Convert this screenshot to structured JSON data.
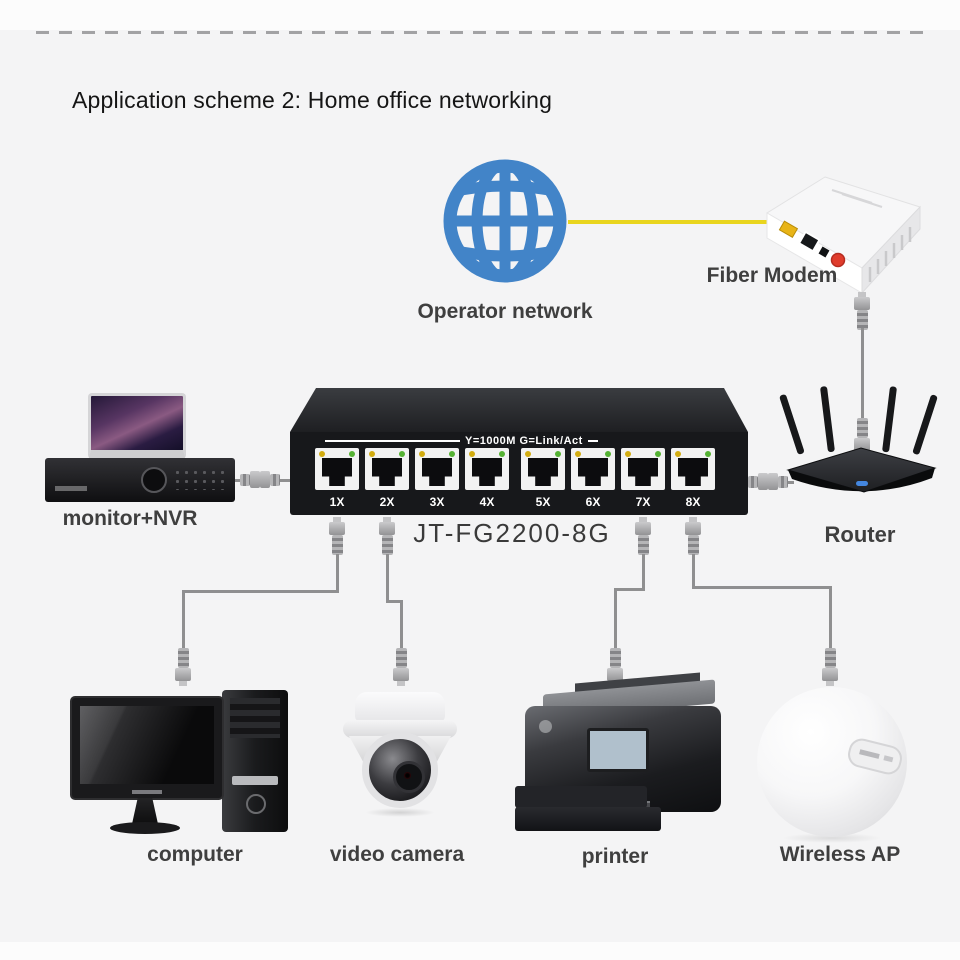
{
  "title": "Application scheme 2: Home office networking",
  "internet": {
    "icon": "globe-icon",
    "label": "Operator network"
  },
  "switch": {
    "model": "JT-FG2200-8G",
    "panel_text": "Y=1000M G=Link/Act",
    "ports": [
      "1X",
      "2X",
      "3X",
      "4X",
      "5X",
      "6X",
      "7X",
      "8X"
    ]
  },
  "devices": {
    "fiber_modem": "Fiber Modem",
    "router": "Router",
    "nvr": "monitor+NVR",
    "computer": "computer",
    "camera": "video camera",
    "printer": "printer",
    "ap": "Wireless AP"
  },
  "colors": {
    "globe": "#4284c8",
    "fiber_cable": "#e9d51e",
    "ethernet_cable": "#8f8f90",
    "led_yellow": "#d2ac10",
    "led_green": "#55b233",
    "switch_body": "#17181b",
    "label_text": "#3f3f3f"
  }
}
